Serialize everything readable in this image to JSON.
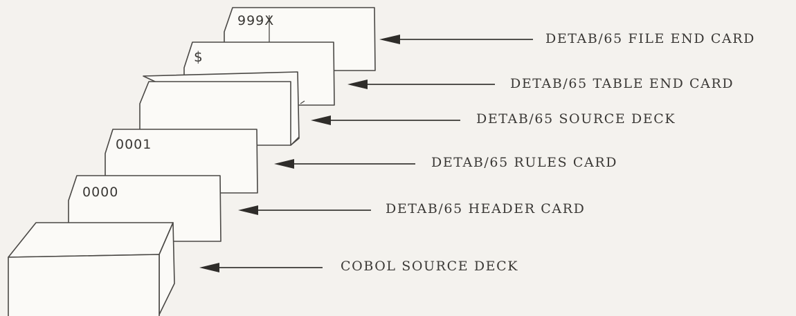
{
  "cards": {
    "file_end_code": "999X",
    "table_end_code": "$",
    "rules_code": "0001",
    "header_code": "0000"
  },
  "labels": {
    "file_end": "DETAB/65 FILE END CARD",
    "table_end": "DETAB/65 TABLE END CARD",
    "source_deck": "DETAB/65 SOURCE DECK",
    "rules": "DETAB/65 RULES CARD",
    "header": "DETAB/65 HEADER CARD",
    "cobol": "COBOL SOURCE DECK"
  }
}
